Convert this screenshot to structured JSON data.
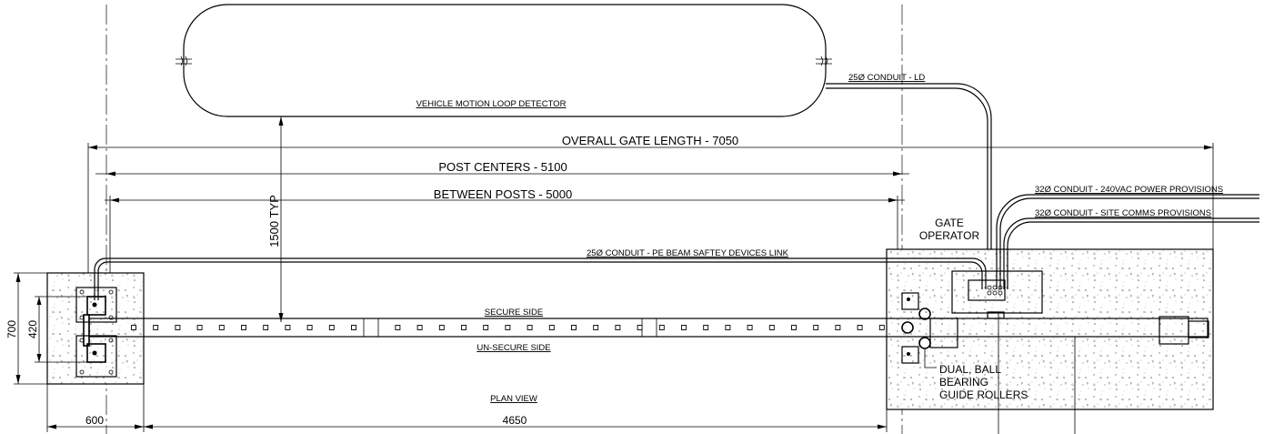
{
  "labels": {
    "loop_detector": "VEHICLE MOTION LOOP DETECTOR",
    "conduit_ld": "25Ø CONDUIT - LD",
    "overall_length": "OVERALL GATE LENGTH - 7050",
    "post_centers": "POST CENTERS - 5100",
    "between_posts": "BETWEEN POSTS - 5000",
    "typ_1500": "1500 TYP",
    "conduit_power": "32Ø CONDUIT - 240VAC POWER PROVISIONS",
    "conduit_comms": "32Ø CONDUIT - SITE COMMS PROVISIONS",
    "gate_operator_line1": "GATE",
    "gate_operator_line2": "OPERATOR",
    "conduit_pe_beam": "25Ø CONDUIT - PE BEAM SAFTEY DEVICES LINK",
    "secure_side": "SECURE SIDE",
    "unsecure_side": "UN-SECURE SIDE",
    "plan_view": "PLAN VIEW",
    "rollers_line1": "DUAL, BALL",
    "rollers_line2": "BEARING",
    "rollers_line3": "GUIDE ROLLERS",
    "dim_700": "700",
    "dim_420": "420",
    "dim_600": "600",
    "dim_4650": "4650"
  }
}
